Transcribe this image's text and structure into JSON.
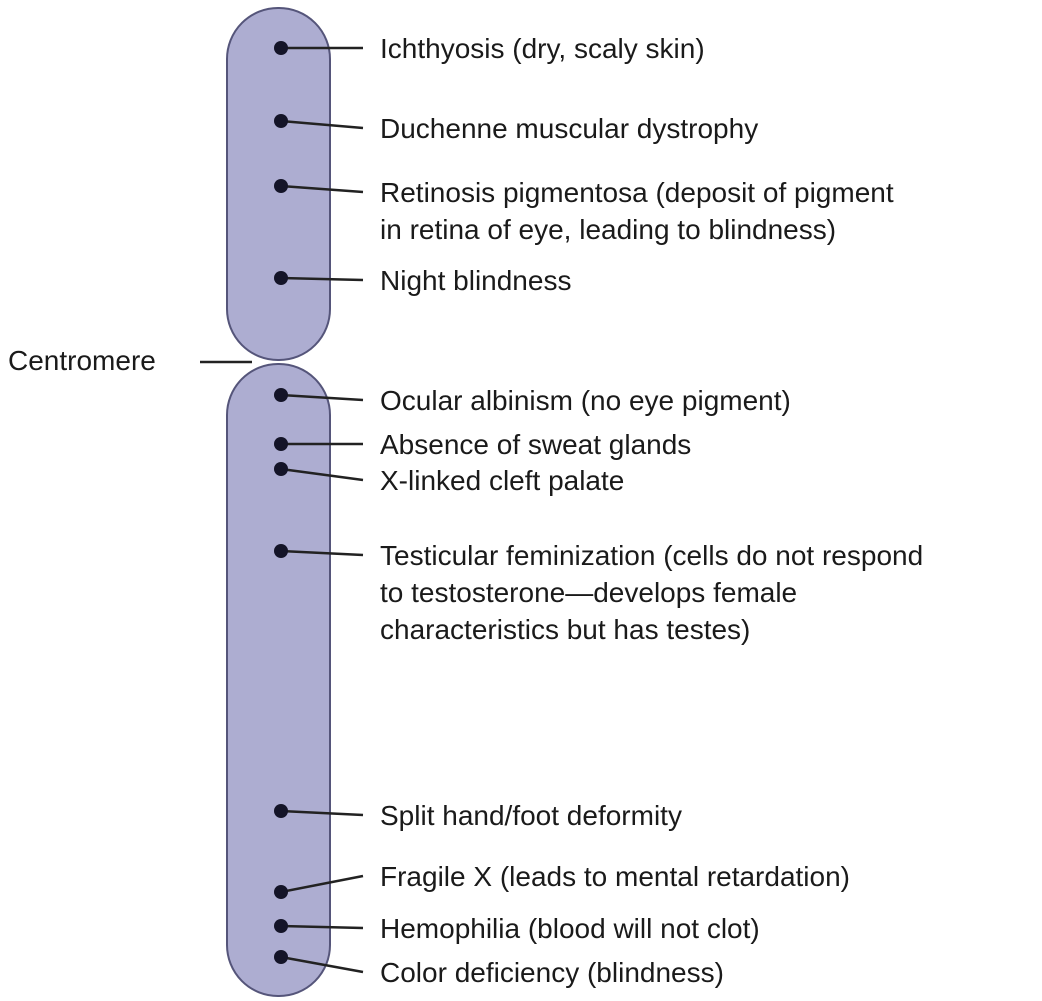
{
  "centromere_label": "Centromere",
  "colors": {
    "chromosome_fill": "#adadd1",
    "chromosome_stroke": "#55557a",
    "marker": "#141428",
    "leader_line": "#222222"
  },
  "loci": [
    {
      "id": "ichthyosis",
      "lines": [
        "Ichthyosis (dry, scaly skin)"
      ]
    },
    {
      "id": "duchenne",
      "lines": [
        "Duchenne muscular dystrophy"
      ]
    },
    {
      "id": "retinosis",
      "lines": [
        "Retinosis pigmentosa (deposit of pigment",
        "in retina of eye, leading to blindness)"
      ]
    },
    {
      "id": "night-blindness",
      "lines": [
        "Night blindness"
      ]
    },
    {
      "id": "ocular-albinism",
      "lines": [
        "Ocular albinism (no eye pigment)"
      ]
    },
    {
      "id": "sweat-glands",
      "lines": [
        "Absence of sweat glands"
      ]
    },
    {
      "id": "cleft-palate",
      "lines": [
        "X-linked cleft palate"
      ]
    },
    {
      "id": "testicular-feminization",
      "lines": [
        "Testicular feminization (cells do not respond",
        "to testosterone—develops female",
        "characteristics but has testes)"
      ]
    },
    {
      "id": "split-hand-foot",
      "lines": [
        "Split hand/foot deformity"
      ]
    },
    {
      "id": "fragile-x",
      "lines": [
        "Fragile X (leads to mental retardation)"
      ]
    },
    {
      "id": "hemophilia",
      "lines": [
        "Hemophilia (blood will not clot)"
      ]
    },
    {
      "id": "color-deficiency",
      "lines": [
        "Color deficiency (blindness)"
      ]
    }
  ]
}
